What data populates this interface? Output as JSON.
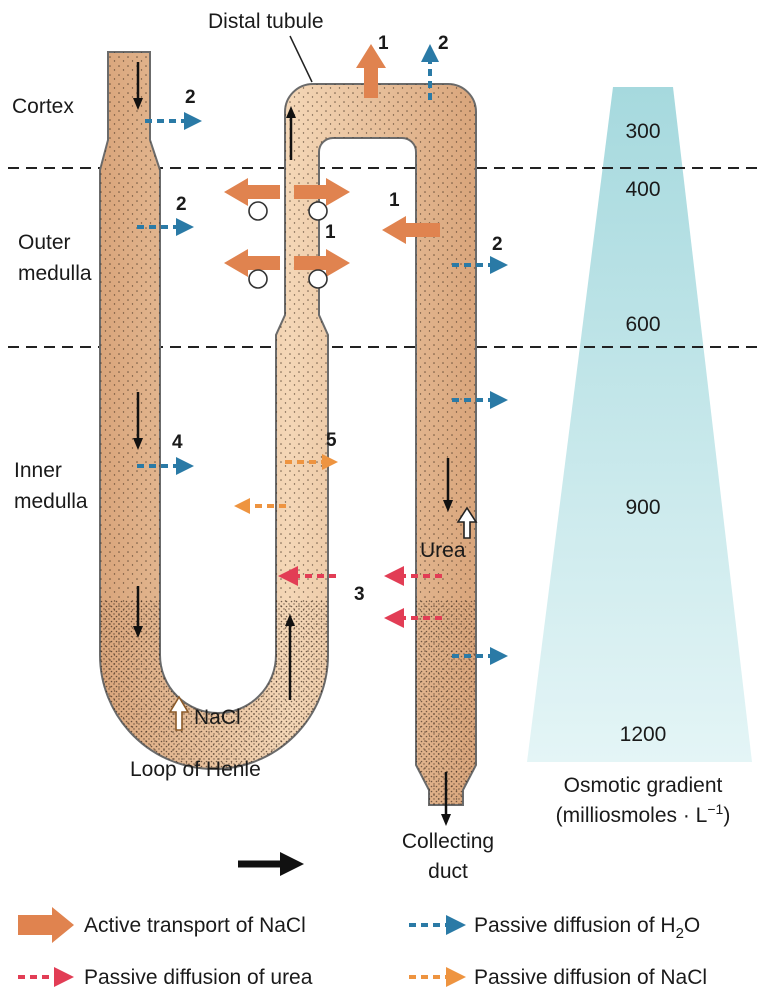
{
  "regions": {
    "cortex": "Cortex",
    "outer_medulla": [
      "Outer",
      "medulla"
    ],
    "inner_medulla": [
      "Inner",
      "medulla"
    ]
  },
  "structures": {
    "distal_tubule": "Distal tubule",
    "loop_of_henle": "Loop of Henle",
    "collecting_duct": [
      "Collecting",
      "duct"
    ],
    "nacl_label": "NaCl",
    "urea_label": "Urea"
  },
  "step_numbers": {
    "one": "1",
    "two": "2",
    "three": "3",
    "four": "4",
    "five": "5"
  },
  "osmotic_gradient": {
    "values": [
      "300",
      "400",
      "600",
      "900",
      "1200"
    ],
    "title": "Osmotic gradient",
    "unit_prefix": "(milliosmoles · L",
    "unit_exp": "−1",
    "unit_suffix": ")"
  },
  "legend": {
    "active_nacl": "Active transport of NaCl",
    "passive_h2o_prefix": "Passive diffusion of H",
    "passive_h2o_sub": "2",
    "passive_h2o_suffix": "O",
    "passive_urea": "Passive diffusion of urea",
    "passive_nacl": "Passive diffusion of NaCl"
  },
  "colors": {
    "tubule_fill": "#e9c39a",
    "tubule_outline": "#6b6b6b",
    "active_orange": "#e0834f",
    "water_blue": "#2a7aa6",
    "urea_red": "#e23d55",
    "passive_orange": "#ee9440",
    "gradient_teal": "#b6e2e6"
  }
}
